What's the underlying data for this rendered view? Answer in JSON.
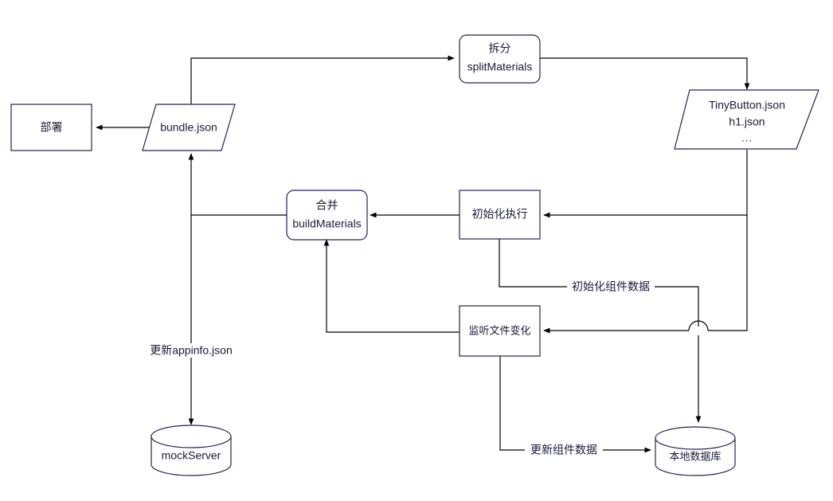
{
  "diagram": {
    "title": "Material build pipeline flowchart",
    "colors": {
      "shape_stroke": "#23235b",
      "edge_stroke": "#000000",
      "text": "#1a1a3a",
      "background": "#ffffff"
    },
    "nodes": {
      "deploy": {
        "label": "部署",
        "shape": "rectangle"
      },
      "bundle_json": {
        "label": "bundle.json",
        "shape": "parallelogram"
      },
      "split_materials": {
        "line1": "拆分",
        "line2": "splitMaterials",
        "shape": "rounded-rectangle"
      },
      "json_files": {
        "line1": "TinyButton.json",
        "line2": "h1.json",
        "line3": "...",
        "shape": "parallelogram"
      },
      "build_materials": {
        "line1": "合并",
        "line2": "buildMaterials",
        "shape": "rounded-rectangle"
      },
      "init_execute": {
        "label": "初始化执行",
        "shape": "rectangle"
      },
      "watch_files": {
        "label": "监听文件变化",
        "shape": "rectangle"
      },
      "mock_server": {
        "label": "mockServer",
        "shape": "cylinder"
      },
      "local_database": {
        "label": "本地数据库",
        "shape": "cylinder"
      }
    },
    "edge_labels": {
      "update_appinfo": "更新appinfo.json",
      "init_component_data": "初始化组件数据",
      "update_component_data": "更新组件数据"
    }
  }
}
